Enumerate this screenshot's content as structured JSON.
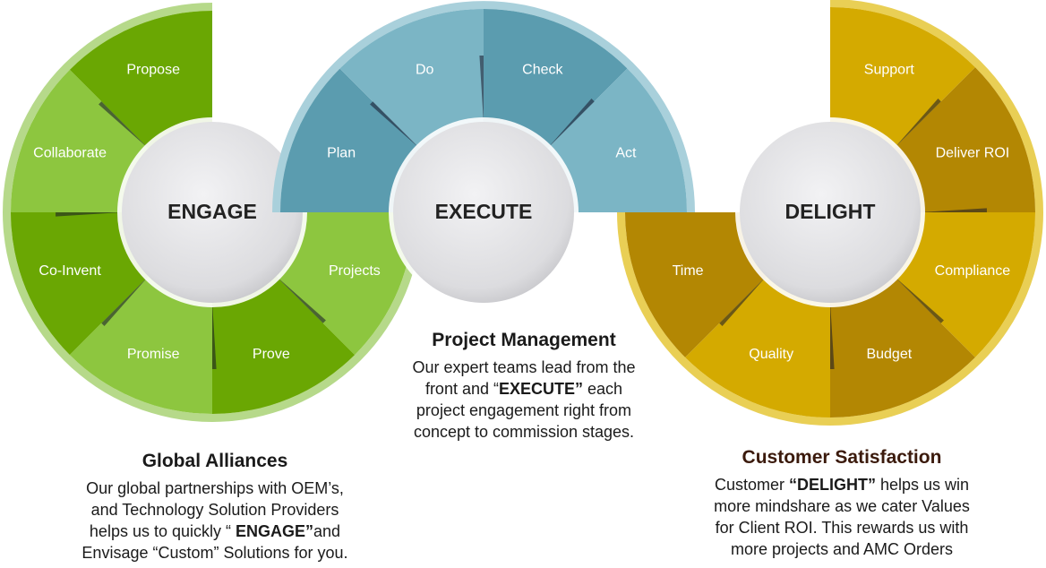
{
  "wheels": [
    {
      "hub": "ENGAGE",
      "colors": {
        "dark": "#6aa703",
        "light": "#8dc63f",
        "rim": "#b6d98a"
      },
      "segments": [
        "Projects",
        "Prove",
        "Promise",
        "Co-Invent",
        "Collaborate",
        "Propose"
      ]
    },
    {
      "hub": "EXECUTE",
      "colors": {
        "dark": "#5b9caf",
        "light": "#7bb5c5",
        "rim": "#a9d0db"
      },
      "segments": [
        "Plan",
        "Do",
        "Check",
        "Act"
      ]
    },
    {
      "hub": "DELIGHT",
      "colors": {
        "dark": "#b38703",
        "light": "#d4aa00",
        "rim": "#e9cf55"
      },
      "segments": [
        "Support",
        "Deliver ROI",
        "Compliance",
        "Budget",
        "Quality",
        "Time"
      ]
    }
  ],
  "blocks": {
    "left": {
      "title": "Global Alliances",
      "lines": [
        {
          "pre": "Our global partnerships with OEM’s,",
          "bold": "",
          "post": ""
        },
        {
          "pre": "and Technology Solution Providers",
          "bold": "",
          "post": ""
        },
        {
          "pre": "helps us to quickly “ ",
          "bold": "ENGAGE”",
          "post": "and"
        },
        {
          "pre": "Envisage “Custom” Solutions for you.",
          "bold": "",
          "post": ""
        }
      ]
    },
    "center": {
      "title": "Project Management",
      "lines": [
        {
          "pre": "Our expert teams lead from the",
          "bold": "",
          "post": ""
        },
        {
          "pre": "front and “",
          "bold": "EXECUTE”",
          "post": " each"
        },
        {
          "pre": "project engagement right from",
          "bold": "",
          "post": ""
        },
        {
          "pre": "concept to commission stages.",
          "bold": "",
          "post": ""
        }
      ]
    },
    "right": {
      "title": "Customer Satisfaction",
      "title_color": "#3b1a0c",
      "lines": [
        {
          "pre": "Customer ",
          "bold": "“DELIGHT”",
          "post": " helps us win"
        },
        {
          "pre": "more mindshare as we cater Values",
          "bold": "",
          "post": ""
        },
        {
          "pre": "for Client ROI. This rewards us with",
          "bold": "",
          "post": ""
        },
        {
          "pre": "more projects and AMC Orders",
          "bold": "",
          "post": ""
        }
      ]
    }
  }
}
